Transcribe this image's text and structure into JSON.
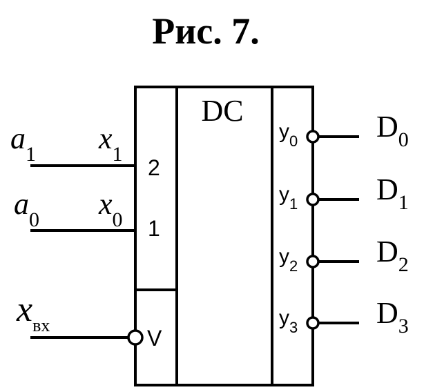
{
  "title": "Рис. 7.",
  "block_label": "DC",
  "inputs": [
    {
      "signal": "a",
      "signal_sub": "1",
      "pin": "x",
      "pin_sub": "1",
      "weight": "2"
    },
    {
      "signal": "a",
      "signal_sub": "0",
      "pin": "x",
      "pin_sub": "0",
      "weight": "1"
    }
  ],
  "enable": {
    "signal": "x",
    "signal_sub": "вх",
    "label": "V"
  },
  "outputs": [
    {
      "pin": "y",
      "pin_sub": "0",
      "name": "D",
      "name_sub": "0"
    },
    {
      "pin": "y",
      "pin_sub": "1",
      "name": "D",
      "name_sub": "1"
    },
    {
      "pin": "y",
      "pin_sub": "2",
      "name": "D",
      "name_sub": "2"
    },
    {
      "pin": "y",
      "pin_sub": "3",
      "name": "D",
      "name_sub": "3"
    }
  ]
}
